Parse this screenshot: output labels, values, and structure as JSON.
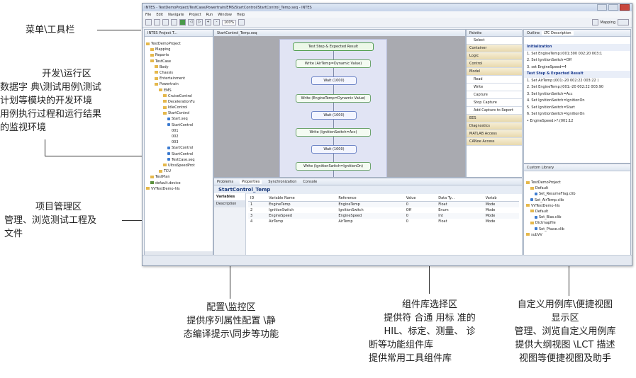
{
  "window": {
    "title": "INTES - TestDemoProject/TestCase/Powertrain/EMS/StartControl/StartControl_Temp.seq - INTES",
    "menu": [
      "File",
      "Edit",
      "Navigate",
      "Project",
      "Run",
      "Window",
      "Help"
    ],
    "zoom": "100%",
    "mapping_label": "Mapping"
  },
  "project_panel": {
    "tab": "INTES Project T...",
    "tree": [
      {
        "label": "TestDemoProject",
        "indent": 0,
        "kind": "fold"
      },
      {
        "label": "Mapping",
        "indent": 1,
        "kind": "fold"
      },
      {
        "label": "Reports",
        "indent": 1,
        "kind": "fold"
      },
      {
        "label": "TestCase",
        "indent": 1,
        "kind": "fold"
      },
      {
        "label": "Body",
        "indent": 2,
        "kind": "fold"
      },
      {
        "label": "Chassis",
        "indent": 2,
        "kind": "fold"
      },
      {
        "label": "Entertainment",
        "indent": 2,
        "kind": "fold"
      },
      {
        "label": "Powertrain",
        "indent": 2,
        "kind": "fold"
      },
      {
        "label": "EMS",
        "indent": 3,
        "kind": "fold"
      },
      {
        "label": "CruiseControl",
        "indent": 4,
        "kind": "fold"
      },
      {
        "label": "DecelerationFu",
        "indent": 4,
        "kind": "fold"
      },
      {
        "label": "IdleControl",
        "indent": 4,
        "kind": "fold"
      },
      {
        "label": "StartControl",
        "indent": 4,
        "kind": "fold"
      },
      {
        "label": "Start.seq",
        "indent": 5,
        "kind": "file"
      },
      {
        "label": "StartControl",
        "indent": 5,
        "kind": "file"
      },
      {
        "label": "001",
        "indent": 6,
        "kind": "none"
      },
      {
        "label": "002",
        "indent": 6,
        "kind": "none"
      },
      {
        "label": "003",
        "indent": 6,
        "kind": "none"
      },
      {
        "label": "StartControl",
        "indent": 5,
        "kind": "file"
      },
      {
        "label": "StartControl",
        "indent": 5,
        "kind": "file"
      },
      {
        "label": "TestCase.seq",
        "indent": 5,
        "kind": "file"
      },
      {
        "label": "UltraSpeedProt",
        "indent": 4,
        "kind": "fold"
      },
      {
        "label": "TCU",
        "indent": 3,
        "kind": "fold"
      },
      {
        "label": "TestPlan",
        "indent": 1,
        "kind": "fold"
      },
      {
        "label": "default.device",
        "indent": 1,
        "kind": "dev"
      },
      {
        "label": "VVTestDemo-hls",
        "indent": 0,
        "kind": "fold"
      }
    ]
  },
  "editor": {
    "tab": "StartControl_Temp.seq",
    "steps": [
      {
        "label": "Test Step & Expected Result",
        "kind": "head"
      },
      {
        "label": "Write (AirTemp=Dynamic Value)",
        "kind": "write"
      },
      {
        "label": "Wait (1000)",
        "kind": "wait"
      },
      {
        "label": "Write (EngineTemp=Dynamic Value)",
        "kind": "write"
      },
      {
        "label": "Wait (1000)",
        "kind": "wait"
      },
      {
        "label": "Write (IgnitionSwitch=Acc)",
        "kind": "write"
      },
      {
        "label": "Wait (1000)",
        "kind": "wait"
      },
      {
        "label": "Write (IgnitionSwitch=IgnitionOn)",
        "kind": "write"
      }
    ]
  },
  "palette": {
    "tab": "Palette",
    "items": [
      {
        "label": "Select",
        "kind": "it"
      },
      {
        "label": "Container",
        "kind": "cat"
      },
      {
        "label": "Logic",
        "kind": "cat"
      },
      {
        "label": "Control",
        "kind": "cat"
      },
      {
        "label": "Model",
        "kind": "cat"
      },
      {
        "label": "Read",
        "kind": "it"
      },
      {
        "label": "Write",
        "kind": "it"
      },
      {
        "label": "Capture",
        "kind": "it"
      },
      {
        "label": "Stop Capture",
        "kind": "it"
      },
      {
        "label": "Add Capture to Report",
        "kind": "it"
      },
      {
        "label": "EES",
        "kind": "cat"
      },
      {
        "label": "Diagnostics",
        "kind": "cat"
      },
      {
        "label": "MATLAB Access",
        "kind": "cat"
      },
      {
        "label": "CANoe Access",
        "kind": "cat"
      }
    ]
  },
  "outline": {
    "tabs": [
      "Outline",
      "LTC Description"
    ],
    "lines": [
      {
        "label": "Initialization",
        "sec": true
      },
      {
        "label": "1.  Set EngineTemp:(001:300 002:20 003:1",
        "sec": false
      },
      {
        "label": "2.  Set IgnitionSwitch=Off",
        "sec": false
      },
      {
        "label": "3.  set EngineSpeed=4",
        "sec": false
      },
      {
        "label": "Test Step & Expected Result",
        "sec": true
      },
      {
        "label": "1.  Set AirTemp:(001:-20 002:22 003:22 )",
        "sec": false
      },
      {
        "label": "2.  Set EngineTemp:(001:-20 002:22 003:90",
        "sec": false
      },
      {
        "label": "3.  Set IgnitionSwitch=Acc",
        "sec": false
      },
      {
        "label": "4.  Set IgnitionSwitch=IgnitionOn",
        "sec": false
      },
      {
        "label": "5.  Set IgnitionSwitch=Start",
        "sec": false
      },
      {
        "label": "6.  Set IgnitionSwitch=IgnitionOn",
        "sec": false
      },
      {
        "label": "•  EngineSpeed>?:(001:12",
        "sec": false
      }
    ]
  },
  "library": {
    "tab": "Custom Library",
    "tree": [
      {
        "label": "TestDemoProject",
        "indent": 0,
        "kind": "fold"
      },
      {
        "label": "Default",
        "indent": 1,
        "kind": "fold"
      },
      {
        "label": "Set_ResumeFlag.clib",
        "indent": 2,
        "kind": "file"
      },
      {
        "label": "Set_AirTemp.clib",
        "indent": 1,
        "kind": "file"
      },
      {
        "label": "VVTestDemo-hls",
        "indent": 0,
        "kind": "fold"
      },
      {
        "label": "Default",
        "indent": 1,
        "kind": "fold"
      },
      {
        "label": "Set_Bias.clib",
        "indent": 2,
        "kind": "file"
      },
      {
        "label": "Dictmapfile",
        "indent": 1,
        "kind": "fold"
      },
      {
        "label": "Set_Phase.clib",
        "indent": 2,
        "kind": "file"
      },
      {
        "label": "subVV",
        "indent": 0,
        "kind": "fold"
      }
    ]
  },
  "properties": {
    "tabs": [
      "Problems",
      "Properties",
      "Synchronization",
      "Console"
    ],
    "title": "StartControl_Temp",
    "side_items": [
      "Variables",
      "Description"
    ],
    "columns": [
      "ID",
      "Variable Name",
      "Reference",
      "Value",
      "Data Ty...",
      "Variab"
    ],
    "rows": [
      [
        "1",
        "EngineTemp",
        "EngineTemp",
        "0",
        "Float",
        "Mode"
      ],
      [
        "2",
        "IgnitionSwitch",
        "IgnitionSwitch",
        "Off",
        "Enum",
        "Mode"
      ],
      [
        "3",
        "EngineSpeed",
        "EngineSpeed",
        "0",
        "Int",
        "Mode"
      ],
      [
        "4",
        "AirTemp",
        "AirTemp",
        "0",
        "Float",
        "Mode"
      ]
    ]
  },
  "annotations": {
    "menu": "菜单\\工具栏",
    "dev": [
      "开发\\运行区",
      "数据字 典\\测试用例\\测试",
      "计划等模块的开发环境",
      "用例执行过程和运行结果",
      "的监视环境"
    ],
    "project": [
      "项目管理区",
      "管理、浏览测试工程及",
      "文件"
    ],
    "config": [
      "配置\\监控区",
      "提供序列属性配置 \\静",
      "态编译提示\\同步等功能"
    ],
    "component": [
      "组件库选择区",
      "提供符 合通 用标 准的",
      "HIL、标定、测量、 诊",
      "断等功能组件库",
      "提供常用工具组件库"
    ],
    "custom": [
      "自定义用例库\\便捷视图",
      "显示区",
      "管理、浏览自定义用例库",
      "提供大纲视图 \\LCT 描述",
      "视图等便捷视图及助手"
    ]
  }
}
